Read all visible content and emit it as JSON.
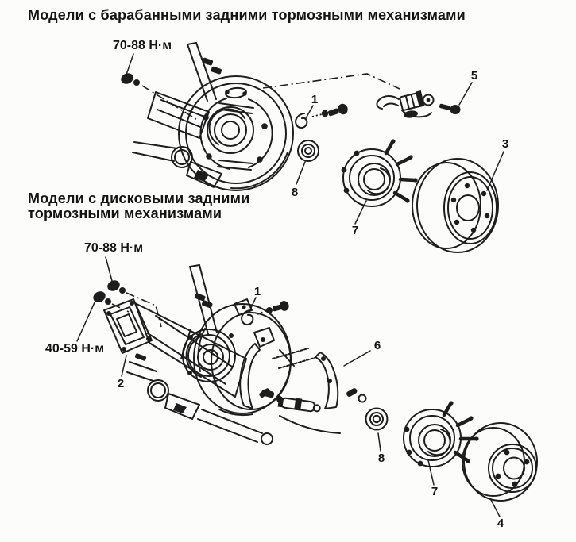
{
  "page": {
    "background_color": "#fcfcfa",
    "ink_color": "#1d1d1d"
  },
  "drum_section": {
    "title": "Модели с барабанными задними тормозными механизмами",
    "torque_label": "70-88 Н·м",
    "callouts": {
      "clip": "1",
      "sensor_bolt": "5",
      "drum": "3",
      "washer": "8",
      "hub": "7"
    }
  },
  "disc_section": {
    "title_line1": "Модели с дисковыми задними",
    "title_line2": "тормозными механизмами",
    "torque_label_upper": "70-88 Н·м",
    "torque_label_lower": "40-59 Н·м",
    "callouts": {
      "clip": "1",
      "caliper_bracket": "2",
      "brake_shoes": "6",
      "washer": "8",
      "hub": "7",
      "disc": "4"
    }
  }
}
